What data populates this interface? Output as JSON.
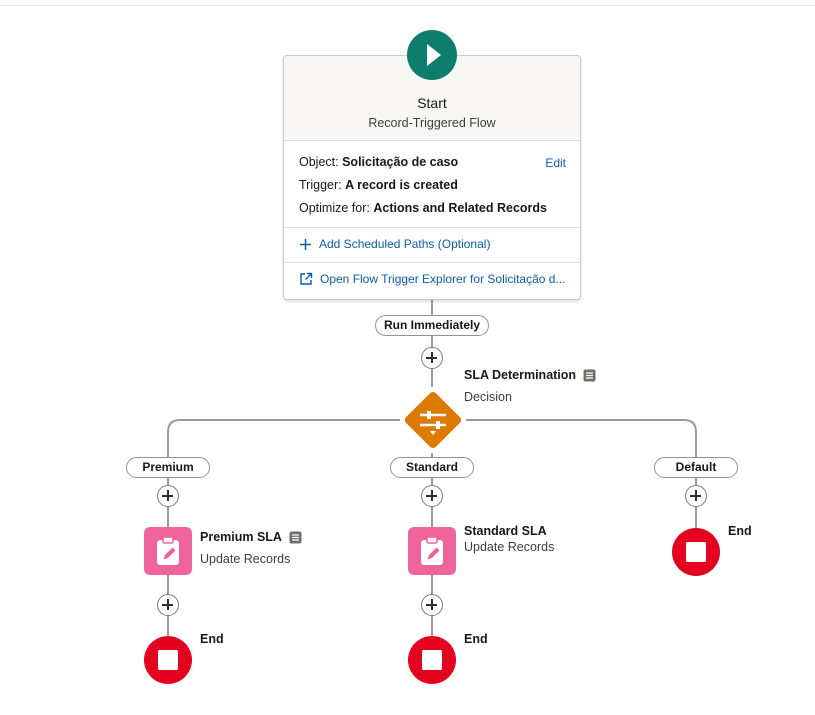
{
  "start": {
    "title": "Start",
    "subtitle": "Record-Triggered Flow",
    "object_label": "Object:",
    "object_value": "Solicitação de caso",
    "trigger_label": "Trigger:",
    "trigger_value": "A record is created",
    "optimize_label": "Optimize for:",
    "optimize_value": "Actions and Related Records",
    "edit_label": "Edit",
    "scheduled_paths_label": "Add Scheduled Paths (Optional)",
    "trigger_explorer_label": "Open Flow Trigger Explorer for Solicitação d..."
  },
  "run_path_label": "Run Immediately",
  "decision": {
    "title": "SLA Determination",
    "type": "Decision"
  },
  "branches": [
    {
      "label": "Premium",
      "element": {
        "title": "Premium SLA",
        "type": "Update Records",
        "has_description": true
      },
      "end_label": "End"
    },
    {
      "label": "Standard",
      "element": {
        "title": "Standard SLA",
        "type": "Update Records",
        "has_description": false
      },
      "end_label": "End"
    },
    {
      "label": "Default",
      "end_label": "End"
    }
  ],
  "colors": {
    "start": "#0d7d6c",
    "decision": "#dd7a01",
    "update_records": "#f0649c",
    "end": "#e4001f",
    "link": "#0b5cab"
  },
  "icons": {
    "start": "play-icon",
    "decision": "decision-icon",
    "update": "clipboard-edit-icon",
    "end": "stop-icon",
    "description": "description-icon",
    "add": "plus-icon",
    "external": "external-link-icon"
  }
}
